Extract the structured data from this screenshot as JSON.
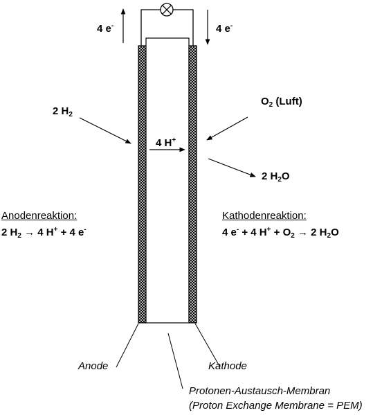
{
  "electron_flow_left": {
    "text": "4 e",
    "sup": "-"
  },
  "electron_flow_right": {
    "text": "4 e",
    "sup": "-"
  },
  "anode_input": {
    "a": "2 H",
    "sub": "2"
  },
  "cathode_input": {
    "a": "O",
    "sub": "2",
    "b": " (Luft)"
  },
  "proton_flow": {
    "text": "4 H",
    "sup": "+"
  },
  "cathode_output": {
    "a": "2 H",
    "sub": "2",
    "b": "O"
  },
  "anode_reaction": {
    "title": "Anodenreaktion:",
    "a": "2 H",
    "sub1": "2",
    "b": " → 4 H",
    "sup1": "+",
    "c": " + 4 e",
    "sup2": "-"
  },
  "cathode_reaction": {
    "title": "Kathodenreaktion:",
    "a": "4 e",
    "sup1": "-",
    "b": " + 4 H",
    "sup2": "+",
    "c": " + O",
    "sub1": "2",
    "d": " → 2 H",
    "sub2": "2",
    "e": "O"
  },
  "labels": {
    "anode": "Anode",
    "cathode": "Kathode",
    "membrane_line1": "Protonen-Austausch-Membran",
    "membrane_line2": {
      "open": "(",
      "p": "P",
      "roton": "roton ",
      "e": "E",
      "xchange": "xchange ",
      "m": "M",
      "embrane": "embrane = ",
      "pem": "PEM",
      "close": ")"
    }
  },
  "colors": {
    "ink": "#000000",
    "electrode_fill": "#ffffff"
  },
  "icons": {
    "lamp": "lamp-icon",
    "electrode_pattern": "crosshatch"
  }
}
